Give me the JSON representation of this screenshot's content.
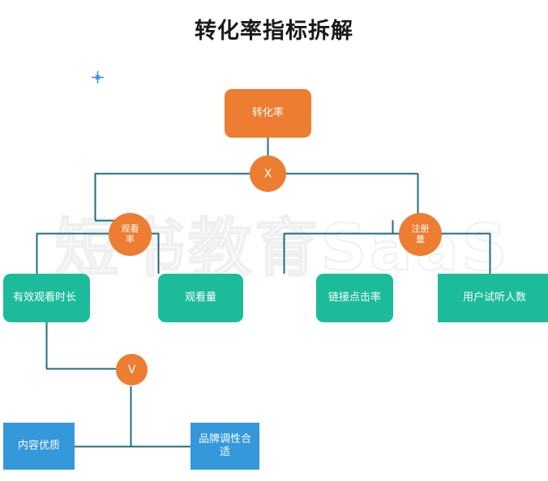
{
  "page": {
    "title": "转化率指标拆解",
    "watermark": "短书教育SaaS"
  },
  "colors": {
    "orange": "#ED7D31",
    "teal": "#1CBC9B",
    "blue": "#3498DB",
    "line": "#1F6E7E",
    "title_text": "#1A1A1A",
    "node_text": "#FFFFFF",
    "watermark": "#F0F0F0",
    "cursor": "#3C8DDE"
  },
  "diagram": {
    "type": "tree",
    "root": {
      "id": "conversion-rate",
      "label": "转化率",
      "shape": "rounded-rect",
      "color": "#ED7D31"
    },
    "operators": [
      {
        "id": "op-multiply",
        "label": "X",
        "shape": "circle",
        "color": "#ED7D31"
      },
      {
        "id": "op-v",
        "label": "V",
        "shape": "circle",
        "color": "#ED7D31"
      }
    ],
    "level1": [
      {
        "id": "watch-rate",
        "label": "观看率",
        "shape": "circle",
        "color": "#ED7D31"
      },
      {
        "id": "signup-volume",
        "label": "注册量",
        "shape": "circle",
        "color": "#ED7D31"
      }
    ],
    "level2": [
      {
        "id": "effective-watch-duration",
        "label": "有效观看时长",
        "shape": "rounded-rect",
        "color": "#1CBC9B",
        "align": "left"
      },
      {
        "id": "watch-volume",
        "label": "观看量",
        "shape": "rounded-rect",
        "color": "#1CBC9B",
        "align": "center"
      },
      {
        "id": "link-click-rate",
        "label": "链接点击率",
        "shape": "rounded-rect",
        "color": "#1CBC9B",
        "align": "center"
      },
      {
        "id": "trial-listen-users",
        "label": "用户试听人数",
        "shape": "rect-clipped",
        "color": "#1CBC9B",
        "align": "center"
      }
    ],
    "level3": [
      {
        "id": "quality-content",
        "label": "内容优质",
        "shape": "rect",
        "color": "#3498DB",
        "align": "center"
      },
      {
        "id": "brand-tone-fit",
        "label": "品牌调性合适",
        "shape": "rect",
        "color": "#3498DB",
        "align": "center"
      }
    ]
  }
}
